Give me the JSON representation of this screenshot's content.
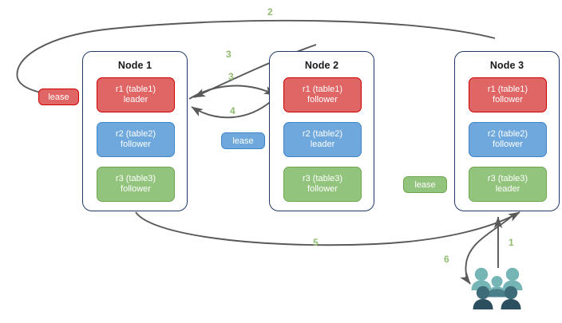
{
  "diagram": {
    "title": "distributed-lease-replication-diagram",
    "colors": {
      "red_fill": "#e06666",
      "red_stroke": "#cc0000",
      "blue_fill": "#6fa8dc",
      "blue_stroke": "#3d85c6",
      "green_fill": "#93c47d",
      "green_stroke": "#6aa84f",
      "node_border": "#1f3864",
      "arrow": "#595959",
      "label_green": "#8fbc6e",
      "user_light": "#76b5b5",
      "user_mid": "#4a7f8a",
      "user_dark": "#2b4f5e"
    },
    "nodes": [
      {
        "title": "Node 1",
        "replicas": [
          {
            "name": "r1 (table1)",
            "role": "leader",
            "color": "red"
          },
          {
            "name": "r2 (table2)",
            "role": "follower",
            "color": "blue"
          },
          {
            "name": "r3 (table3)",
            "role": "follower",
            "color": "green"
          }
        ]
      },
      {
        "title": "Node 2",
        "replicas": [
          {
            "name": "r1 (table1)",
            "role": "follower",
            "color": "red"
          },
          {
            "name": "r2 (table2)",
            "role": "leader",
            "color": "blue"
          },
          {
            "name": "r3 (table3)",
            "role": "follower",
            "color": "green"
          }
        ]
      },
      {
        "title": "Node 3",
        "replicas": [
          {
            "name": "r1 (table1)",
            "role": "follower",
            "color": "red"
          },
          {
            "name": "r2 (table2)",
            "role": "follower",
            "color": "blue"
          },
          {
            "name": "r3 (table3)",
            "role": "leader",
            "color": "green"
          }
        ]
      }
    ],
    "leases": [
      {
        "label": "lease",
        "color": "red"
      },
      {
        "label": "lease",
        "color": "blue"
      },
      {
        "label": "lease",
        "color": "green"
      }
    ],
    "edge_labels": [
      {
        "text": "2"
      },
      {
        "text": "3"
      },
      {
        "text": "3"
      },
      {
        "text": "4"
      },
      {
        "text": "5"
      },
      {
        "text": "1"
      },
      {
        "text": "6"
      }
    ],
    "users_icon": "users-group-icon"
  }
}
